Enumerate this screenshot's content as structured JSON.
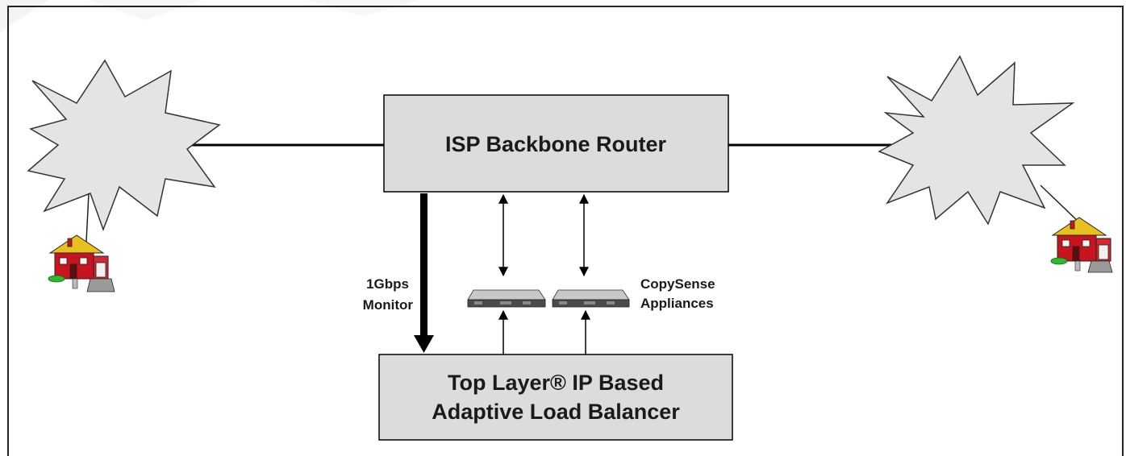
{
  "diagram": {
    "router_label": "ISP Backbone Router",
    "balancer_label_line1": "Top Layer® IP Based",
    "balancer_label_line2": "Adaptive Load Balancer",
    "monitor_label_line1": "1Gbps",
    "monitor_label_line2": "Monitor",
    "appliances_label_line1": "CopySense",
    "appliances_label_line2": "Appliances"
  },
  "colors": {
    "box_fill": "#dcdcdc",
    "cloud_fill": "#e4e4e4",
    "line": "#000000",
    "house_wall": "#c8141e",
    "house_roof": "#e8c020",
    "house_grass": "#2eb82e"
  },
  "icons": {
    "left_cloud": "internet-cloud-icon",
    "right_cloud": "internet-cloud-icon",
    "left_house": "home-user-icon",
    "right_house": "home-user-icon",
    "appliance": "rack-appliance-icon"
  }
}
